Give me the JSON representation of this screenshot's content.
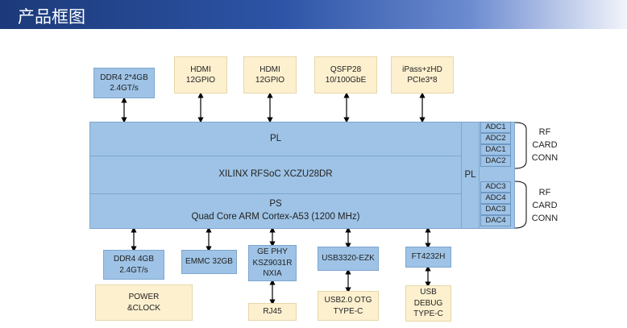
{
  "header": {
    "title": "产品框图"
  },
  "top_boxes": [
    {
      "id": "ddr4-top",
      "lines": [
        "DDR4 2*4GB",
        "2.4GT/s"
      ]
    },
    {
      "id": "hdmi-1",
      "lines": [
        "HDMI",
        "12GPIO"
      ]
    },
    {
      "id": "hdmi-2",
      "lines": [
        "HDMI",
        "12GPIO"
      ]
    },
    {
      "id": "qsfp28",
      "lines": [
        "QSFP28",
        "10/100GbE"
      ]
    },
    {
      "id": "ipass",
      "lines": [
        "iPass+zHD",
        "PCIe3*8"
      ]
    }
  ],
  "soc": {
    "pl_label": "PL",
    "chip_label": "XILINX RFSoC XCZU28DR",
    "ps_label": "PS",
    "ps_cpu": "Quad Core ARM Cortex-A53 (1200 MHz)",
    "pl_side_label": "PL"
  },
  "converters": {
    "group1": [
      "ADC1",
      "ADC2",
      "DAC1",
      "DAC2"
    ],
    "group2": [
      "ADC3",
      "ADC4",
      "DAC3",
      "DAC4"
    ]
  },
  "rf_labels": {
    "group1": [
      "RF",
      "CARD",
      "CONN"
    ],
    "group2": [
      "RF",
      "CARD",
      "CONN"
    ]
  },
  "bottom_boxes": [
    {
      "id": "ddr4-bottom",
      "lines": [
        "DDR4 4GB",
        "2.4GT/s"
      ]
    },
    {
      "id": "emmc",
      "lines": [
        "EMMC 32GB"
      ]
    },
    {
      "id": "ge-phy",
      "lines": [
        "GE PHY",
        "KSZ9031R",
        "NXIA"
      ]
    },
    {
      "id": "usb3320",
      "lines": [
        "USB3320-EZK"
      ]
    },
    {
      "id": "ft4232h",
      "lines": [
        "FT4232H"
      ]
    }
  ],
  "lower_boxes": [
    {
      "id": "power",
      "lines": [
        "POWER",
        "&CLOCK"
      ]
    },
    {
      "id": "rj45",
      "lines": [
        "RJ45"
      ]
    },
    {
      "id": "usb-otg",
      "lines": [
        "USB2.0 OTG",
        "TYPE-C"
      ]
    },
    {
      "id": "usb-debug",
      "lines": [
        "USB",
        "DEBUG",
        "TYPE-C"
      ]
    }
  ]
}
